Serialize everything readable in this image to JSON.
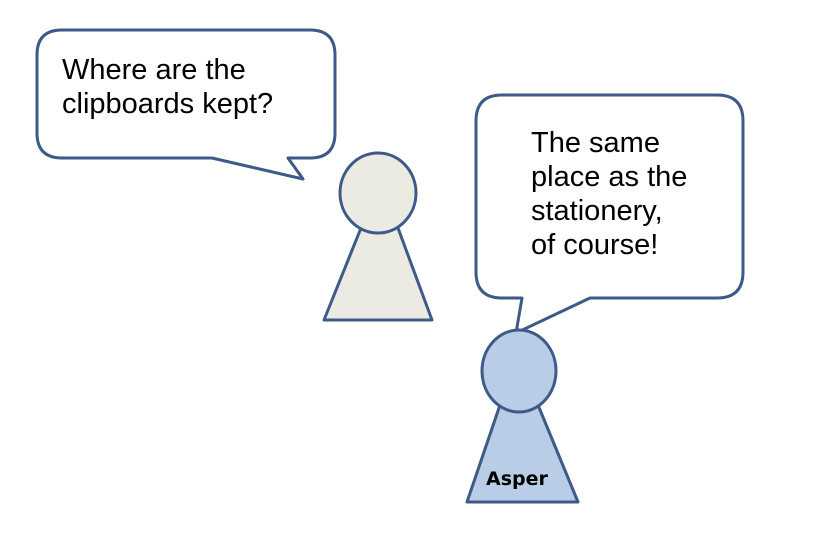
{
  "speech_left": {
    "lines": [
      "Where are the",
      "clipboards kept?"
    ]
  },
  "speech_right": {
    "lines": [
      "The same",
      "place as the",
      "stationery,",
      "of course!"
    ]
  },
  "figure_right": {
    "name": "Asper"
  },
  "colors": {
    "outline": "#3d5a88",
    "figure_left_fill": "#ecebe3",
    "figure_right_fill": "#b9cde6",
    "bubble_fill": "#ffffff"
  }
}
